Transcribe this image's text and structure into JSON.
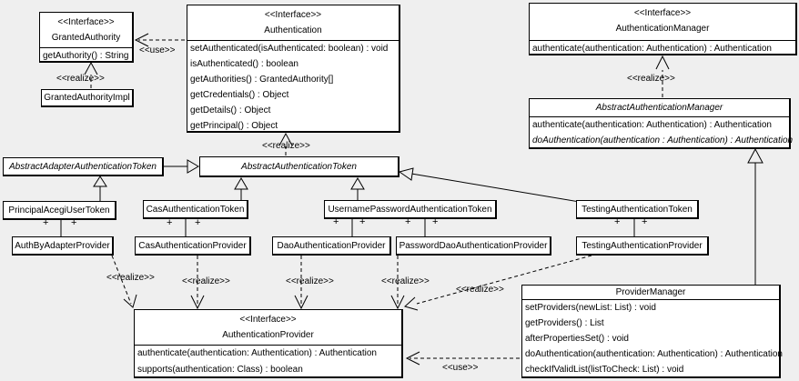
{
  "labels": {
    "interface": "<<Interface>>",
    "realize": "<<realize>>",
    "use": "<<use>>",
    "plus": "+"
  },
  "classes": {
    "granted_authority": {
      "stereotype": "<<Interface>>",
      "name": "GrantedAuthority",
      "methods": [
        "getAuthority() : String"
      ]
    },
    "granted_authority_impl": {
      "name": "GrantedAuthorityImpl"
    },
    "authentication": {
      "stereotype": "<<Interface>>",
      "name": "Authentication",
      "methods": [
        "setAuthenticated(isAuthenticated: boolean) : void",
        "isAuthenticated() : boolean",
        "getAuthorities() : GrantedAuthority[]",
        "getCredentials() : Object",
        "getDetails() : Object",
        "getPrincipal() : Object"
      ]
    },
    "authentication_manager": {
      "stereotype": "<<Interface>>",
      "name": "AuthenticationManager",
      "methods": [
        "authenticate(authentication: Authentication) : Authentication"
      ]
    },
    "abstract_authentication_manager": {
      "name": "AbstractAuthenticationManager",
      "methods": [
        "authenticate(authentication: Authentication) : Authentication",
        "doAuthentication(authentication : Authentication) : Authentication"
      ]
    },
    "abstract_adapter_authentication_token": {
      "name": "AbstractAdapterAuthenticationToken"
    },
    "abstract_authentication_token": {
      "name": "AbstractAuthenticationToken"
    },
    "principal_acegi_user_token": {
      "name": "PrincipalAcegiUserToken"
    },
    "cas_authentication_token": {
      "name": "CasAuthenticationToken"
    },
    "username_password_authentication_token": {
      "name": "UsernamePasswordAuthenticationToken"
    },
    "testing_authentication_token": {
      "name": "TestingAuthenticationToken"
    },
    "auth_by_adapter_provider": {
      "name": "AuthByAdapterProvider"
    },
    "cas_authentication_provider": {
      "name": "CasAuthenticationProvider"
    },
    "dao_authentication_provider": {
      "name": "DaoAuthenticationProvider"
    },
    "password_dao_authentication_provider": {
      "name": "PasswordDaoAuthenticationProvider"
    },
    "testing_authentication_provider": {
      "name": "TestingAuthenticationProvider"
    },
    "authentication_provider": {
      "stereotype": "<<Interface>>",
      "name": "AuthenticationProvider",
      "methods": [
        "authenticate(authentication: Authentication) : Authentication",
        "supports(authentication: Class) : boolean"
      ]
    },
    "provider_manager": {
      "name": "ProviderManager",
      "methods": [
        "setProviders(newList: List) : void",
        "getProviders() : List",
        "afterPropertiesSet() : void",
        "doAuthentication(authentication: Authentication) : Authentication",
        "checkIfValidList(listToCheck: List) : void"
      ]
    }
  },
  "relationships": [
    {
      "from": "GrantedAuthorityImpl",
      "to": "GrantedAuthority",
      "type": "realize"
    },
    {
      "from": "Authentication",
      "to": "GrantedAuthority",
      "type": "use"
    },
    {
      "from": "AbstractAuthenticationToken",
      "to": "Authentication",
      "type": "realize"
    },
    {
      "from": "AbstractAuthenticationManager",
      "to": "AuthenticationManager",
      "type": "realize"
    },
    {
      "from": "AbstractAdapterAuthenticationToken",
      "to": "AbstractAuthenticationToken",
      "type": "generalization"
    },
    {
      "from": "PrincipalAcegiUserToken",
      "to": "AbstractAdapterAuthenticationToken",
      "type": "generalization"
    },
    {
      "from": "CasAuthenticationToken",
      "to": "AbstractAuthenticationToken",
      "type": "generalization"
    },
    {
      "from": "UsernamePasswordAuthenticationToken",
      "to": "AbstractAuthenticationToken",
      "type": "generalization"
    },
    {
      "from": "TestingAuthenticationToken",
      "to": "AbstractAuthenticationToken",
      "type": "generalization"
    },
    {
      "from": "PrincipalAcegiUserToken",
      "to": "AuthByAdapterProvider",
      "type": "association",
      "ends": "+ +"
    },
    {
      "from": "CasAuthenticationToken",
      "to": "CasAuthenticationProvider",
      "type": "association",
      "ends": "+ +"
    },
    {
      "from": "UsernamePasswordAuthenticationToken",
      "to": "DaoAuthenticationProvider",
      "type": "association",
      "ends": "+ +"
    },
    {
      "from": "UsernamePasswordAuthenticationToken",
      "to": "PasswordDaoAuthenticationProvider",
      "type": "association",
      "ends": "+ +"
    },
    {
      "from": "TestingAuthenticationToken",
      "to": "TestingAuthenticationProvider",
      "type": "association",
      "ends": "+ +"
    },
    {
      "from": "AuthByAdapterProvider",
      "to": "AuthenticationProvider",
      "type": "realize"
    },
    {
      "from": "CasAuthenticationProvider",
      "to": "AuthenticationProvider",
      "type": "realize"
    },
    {
      "from": "DaoAuthenticationProvider",
      "to": "AuthenticationProvider",
      "type": "realize"
    },
    {
      "from": "PasswordDaoAuthenticationProvider",
      "to": "AuthenticationProvider",
      "type": "realize"
    },
    {
      "from": "TestingAuthenticationProvider",
      "to": "AuthenticationProvider",
      "type": "realize"
    },
    {
      "from": "ProviderManager",
      "to": "AbstractAuthenticationManager",
      "type": "generalization"
    },
    {
      "from": "ProviderManager",
      "to": "AuthenticationProvider",
      "type": "use"
    }
  ]
}
